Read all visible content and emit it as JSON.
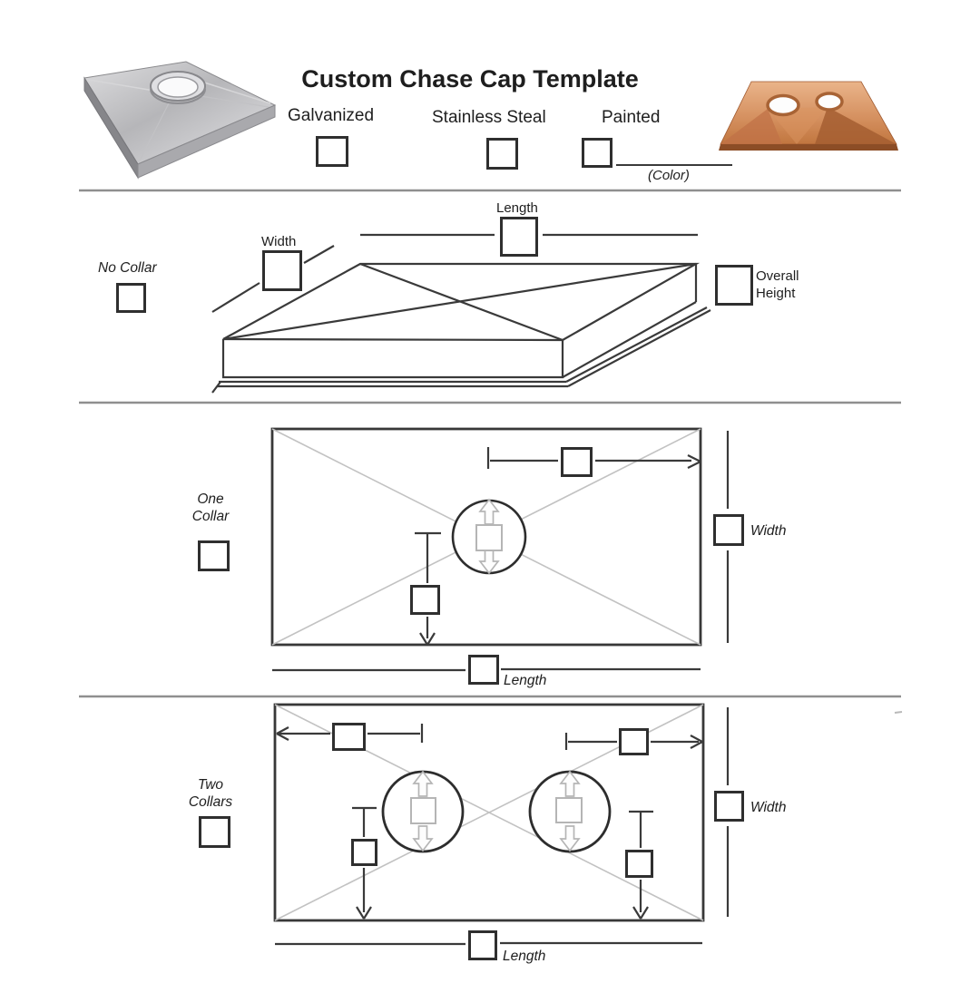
{
  "title": "Custom Chase Cap Template",
  "materials": {
    "galvanized_label": "Galvanized",
    "stainless_label": "Stainless Steal",
    "painted_label": "Painted",
    "color_note": "(Color)"
  },
  "no_collar": {
    "label": "No Collar",
    "length_label": "Length",
    "width_label": "Width",
    "overall_height_label": "Overall Height"
  },
  "one_collar": {
    "label": "One Collar",
    "width_label": "Width",
    "length_label": "Length"
  },
  "two_collars": {
    "label": "Two Collars",
    "width_label": "Width",
    "length_label": "Length"
  },
  "colors": {
    "line_dark": "#3a3a3a",
    "line_gray": "#c2c2c2",
    "collar_gray": "#b5b5b5",
    "divider": "#8f8f8f",
    "copper": "#c57c4a",
    "galvanized_silver": "#b9b9bc"
  }
}
